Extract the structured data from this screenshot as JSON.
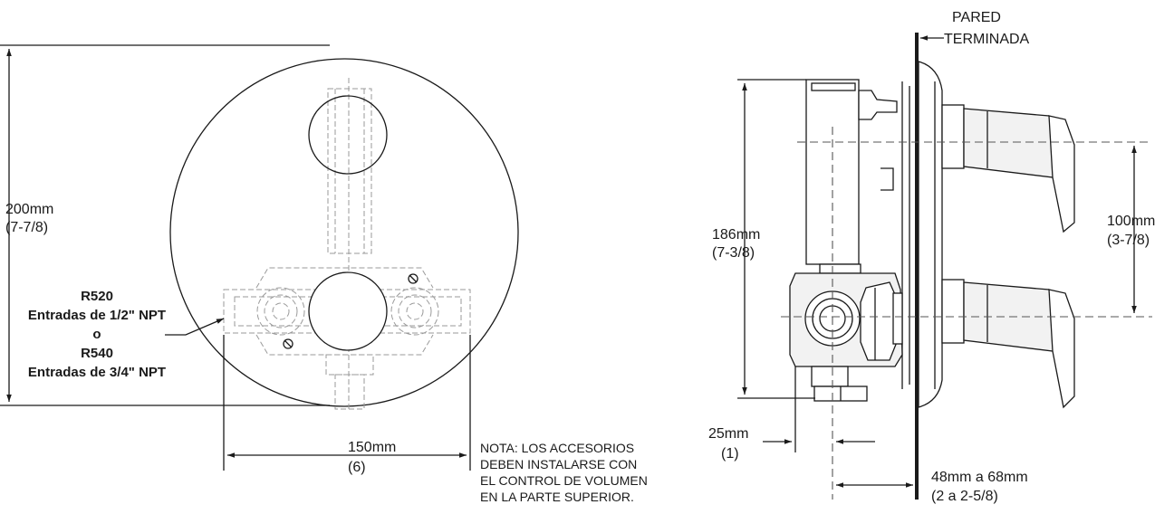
{
  "labels": {
    "dim_height_front_mm": "200mm",
    "dim_height_front_in": "(7-7/8)",
    "dim_width_front_mm": "150mm",
    "dim_width_front_in": "(6)",
    "r520": "R520",
    "r520_inlets": "Entradas de 1/2\" NPT",
    "or": "o",
    "r540": "R540",
    "r540_inlets": "Entradas de 3/4\" NPT",
    "note_line1": "NOTA: LOS ACCESORIOS",
    "note_line2": "DEBEN INSTALARSE CON",
    "note_line3": "EL CONTROL DE VOLUMEN",
    "note_line4": "EN LA PARTE SUPERIOR.",
    "wall_line1": "PARED",
    "wall_line2": "TERMINADA",
    "dim_side_height_mm": "186mm",
    "dim_side_height_in": "(7-3/8)",
    "dim_handles_mm": "100mm",
    "dim_handles_in": "(3-7/8)",
    "dim_inlet_mm": "25mm",
    "dim_inlet_in": "(1)",
    "dim_depth_mm": "48mm a 68mm",
    "dim_depth_in": "(2 a 2-5/8)"
  },
  "colors": {
    "line": "#1a1a1a",
    "hidden": "#9a9a9a",
    "background": "#ffffff"
  }
}
